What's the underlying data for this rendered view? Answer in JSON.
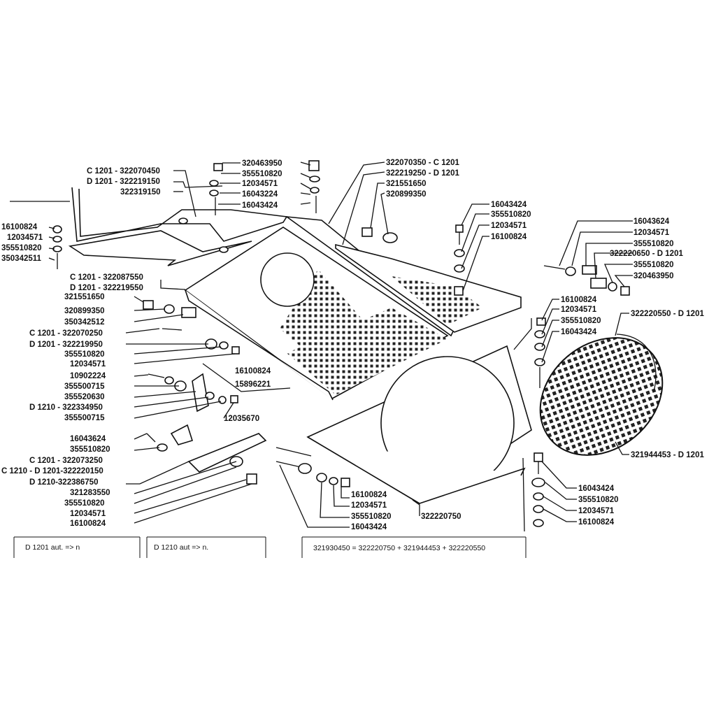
{
  "labels": {
    "l1": "320463950",
    "l2": "355510820",
    "l3": "12034571",
    "l4": "16043224",
    "l5": "16043424",
    "l6": "322070350 - C 1201",
    "l7": "322219250 - D 1201",
    "l8": "321551650",
    "l9": "320899350",
    "l10": "C 1201 - 322070450",
    "l11": "D 1201 - 322219150",
    "l12": "322319150",
    "l13": "16100824",
    "l14": "12034571",
    "l15": "355510820",
    "l16": "350342511",
    "l17": "16043424",
    "l18": "355510820",
    "l19": "12034571",
    "l20": "16100824",
    "l21": "16043624",
    "l22": "12034571",
    "l23": "355510820",
    "l24": "322220650 - D 1201",
    "l25": "355510820",
    "l26": "320463950",
    "l27": "C 1201 - 322087550",
    "l28": "D 1201 - 322219550",
    "l29": "321551650",
    "l30": "320899350",
    "l31": "350342512",
    "l32": "C 1201 - 322070250",
    "l33": "D 1201 - 322219950",
    "l34": "355510820",
    "l35": "12034571",
    "l36": "16100824",
    "l37": "10902224",
    "l38": "15896221",
    "l39": "355500715",
    "l40": "355520630",
    "l41": "D 1210 - 322334950",
    "l42": "355500715",
    "l43": "12035670",
    "l44": "16100824",
    "l45": "12034571",
    "l46": "355510820",
    "l47": "16043424",
    "l48": "322220550 - D 1201",
    "l49": "321944453 - D 1201",
    "l50": "16043624",
    "l51": "355510820",
    "l52": "C 1201 - 322073250",
    "l53": "C 1210 - D 1201-322220150",
    "l54": "D 1210-322386750",
    "l55": "321283550",
    "l56": "355510820",
    "l57": "12034571",
    "l58": "16100824",
    "l59": "16100824",
    "l60": "12034571",
    "l61": "355510820",
    "l62": "16043424",
    "l63": "322220750",
    "l64": "16043424",
    "l65": "355510820",
    "l66": "12034571",
    "l67": "16100824"
  },
  "notes": {
    "n1": "D 1201 aut. => n",
    "n2": "D 1210 aut  => n.",
    "n3": "321930450 = 322220750 + 321944453 + 322220550"
  }
}
